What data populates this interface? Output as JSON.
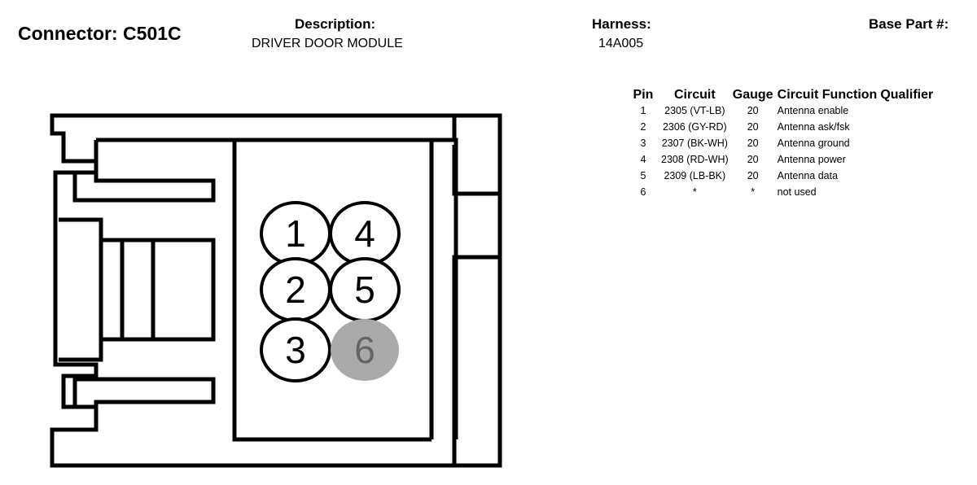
{
  "header": {
    "connector": "Connector: C501C",
    "description_label": "Description:",
    "description_value": "DRIVER DOOR MODULE",
    "harness_label": "Harness:",
    "harness_value": "14A005",
    "base_part_label": "Base Part #:"
  },
  "pin_table": {
    "headers": [
      "Pin",
      "Circuit",
      "Gauge",
      "Circuit Function",
      "Qualifier"
    ],
    "rows": [
      {
        "pin": "1",
        "circuit": "2305 (VT-LB)",
        "gauge": "20",
        "function": "Antenna enable",
        "qualifier": ""
      },
      {
        "pin": "2",
        "circuit": "2306 (GY-RD)",
        "gauge": "20",
        "function": "Antenna ask/fsk",
        "qualifier": ""
      },
      {
        "pin": "3",
        "circuit": "2307 (BK-WH)",
        "gauge": "20",
        "function": "Antenna ground",
        "qualifier": ""
      },
      {
        "pin": "4",
        "circuit": "2308 (RD-WH)",
        "gauge": "20",
        "function": "Antenna power",
        "qualifier": ""
      },
      {
        "pin": "5",
        "circuit": "2309 (LB-BK)",
        "gauge": "20",
        "function": "Antenna data",
        "qualifier": ""
      },
      {
        "pin": "6",
        "circuit": "*",
        "gauge": "*",
        "function": "not used",
        "qualifier": ""
      }
    ]
  },
  "connector_pins": [
    {
      "label": "1",
      "used": true
    },
    {
      "label": "4",
      "used": true
    },
    {
      "label": "2",
      "used": true
    },
    {
      "label": "5",
      "used": true
    },
    {
      "label": "3",
      "used": true
    },
    {
      "label": "6",
      "used": false
    }
  ],
  "colors": {
    "outline": "#000000",
    "unused_pin_fill": "#aaaaaa",
    "unused_pin_text": "#666666"
  }
}
